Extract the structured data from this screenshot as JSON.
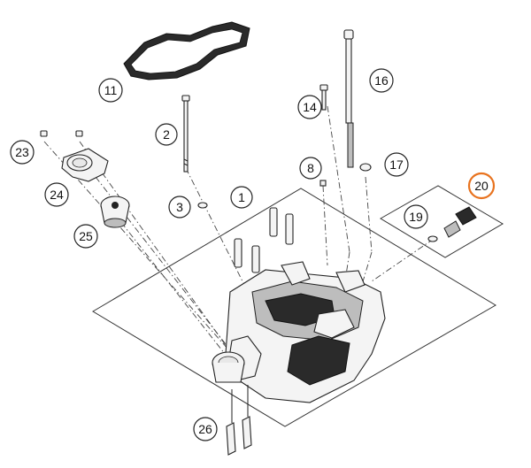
{
  "diagram": {
    "callouts": [
      {
        "label": "1"
      },
      {
        "label": "2"
      },
      {
        "label": "3"
      },
      {
        "label": "8"
      },
      {
        "label": "11"
      },
      {
        "label": "14"
      },
      {
        "label": "16"
      },
      {
        "label": "17"
      },
      {
        "label": "19"
      },
      {
        "label": "20"
      },
      {
        "label": "23"
      },
      {
        "label": "24"
      },
      {
        "label": "25"
      },
      {
        "label": "26"
      }
    ],
    "highlight_color": "#e8731f"
  }
}
